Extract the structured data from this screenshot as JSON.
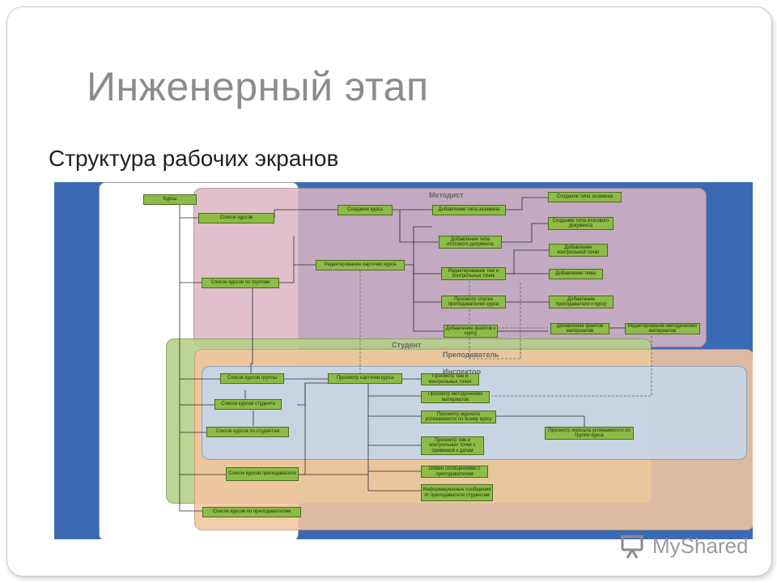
{
  "slide": {
    "title": "Инженерный этап",
    "subtitle": "Структура рабочих экранов"
  },
  "diagram": {
    "regions": {
      "metodist": "Методист",
      "student": "Студент",
      "prepodavatel": "Преподаватель",
      "inspector": "Инспектор"
    },
    "nodes": {
      "kursy": "Курсы",
      "spisok_kursov": "Список курсов",
      "spisok_kursov_po_gruppam": "Список курсов по группам",
      "sozdanie_kursa": "Создание курса",
      "redaktirovanie_kartochki": "Редактирование карточки курса",
      "dobavlenie_tipa_ekzamena": "Добавление типа экзамена",
      "dobavlenie_tipa_itogovogo": "Добавление типа итогового документа",
      "redaktirovanie_tem": "Редактирование тем и контрольных точек",
      "prosmotr_spiska_prepodavatelei": "Просмотр списка преподавателей курса",
      "dobavlenie_failov_k_kursu": "Добавление файлов к курсу",
      "sozdanie_tipa_ekzamena": "Создание типа экзамена",
      "sozdanie_tipa_itogovogo": "Создание типа итогового документа",
      "dobavlenie_kontrolnoi_tochki": "Добавление контрольной точки",
      "dobavlenie_temy": "Добавление темы",
      "dobavlenie_prepodavatelya": "Добавление преподавателя к курсу",
      "dobavlenie_failov_materialov": "Добавление файлов материалов",
      "redaktirovanie_metodicheskih": "Редактирование методических материалов",
      "spisok_kursov_gruppy": "Список курсов группы",
      "spisok_kursov_studenta": "Список курсов студента",
      "spisok_kursov_po_studentam": "Список курсов по студентам",
      "prosmotr_kartochki_kursa": "Просмотр карточки курса",
      "prosmotr_tem": "Просмотр тем и контрольных точек",
      "prosmotr_metodicheskih": "Просмотр методических материалов",
      "prosmotr_zhurnala_ves_kurs": "Просмотр журнала успеваемости по всему курсу",
      "prosmotr_zhurnala_gruppa": "Просмотр журнала успеваемости по группе курса",
      "prosmotr_tem_daty": "Просмотр тем и контрольных точек с привязкой к датам",
      "spisok_kursov_prepodavatelya": "Список курсов преподавателя",
      "obmen_soobscheniyami": "Обмен сообщениями с преподавателем",
      "informacionnye_soobscheniya": "Информационные сообщения от преподавателя студентам",
      "spisok_kursov_po_prepodavatelyam": "Список курсов по преподавателям"
    }
  },
  "logo": {
    "text": "MyShared"
  },
  "colors": {
    "diagram_background": "#3a6ab5",
    "metodist_region": "#dcb4c4",
    "student_region": "#b6d08a",
    "prepodavatel_region": "#f3c6a0",
    "inspector_region": "#c6d5e6",
    "node_fill": "#8cbc45"
  }
}
